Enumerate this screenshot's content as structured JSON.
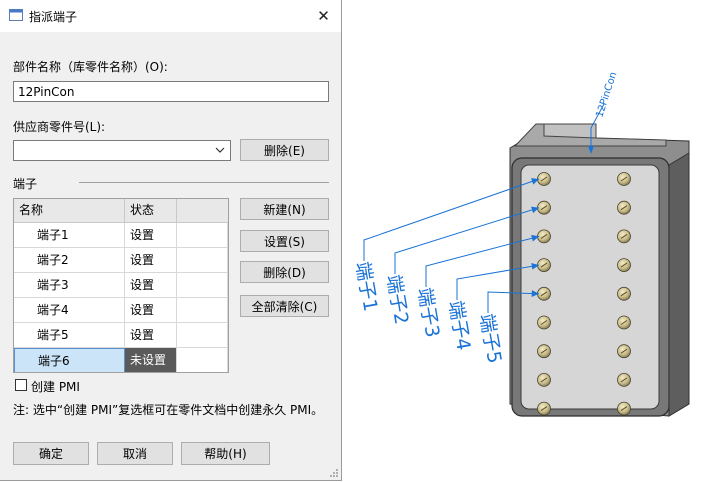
{
  "dialog": {
    "title": "指派端子",
    "close_glyph": "✕",
    "part_name_label": "部件名称（库零件名称）(O):",
    "part_name_value": "12PinCon",
    "supplier_part_label": "供应商零件号(L):",
    "supplier_part_value": "",
    "delete_label": "删除(E)",
    "terminal_section_label": "端子",
    "table": {
      "headers": [
        "名称",
        "状态"
      ],
      "rows": [
        {
          "name": "端子1",
          "state": "设置"
        },
        {
          "name": "端子2",
          "state": "设置"
        },
        {
          "name": "端子3",
          "state": "设置"
        },
        {
          "name": "端子4",
          "state": "设置"
        },
        {
          "name": "端子5",
          "state": "设置"
        },
        {
          "name": "端子6",
          "state": "未设置"
        }
      ],
      "selected_row": 5
    },
    "side_buttons": {
      "new": "新建(N)",
      "set": "设置(S)",
      "delete": "删除(D)",
      "clear_all": "全部清除(C)"
    },
    "create_pmi_label": "创建 PMI",
    "create_pmi_checked": false,
    "note": "注: 选中“创建 PMI”复选框可在零件文档中创建永久 PMI。",
    "ok_label": "确定",
    "cancel_label": "取消",
    "help_label": "帮助(H)"
  },
  "viewport": {
    "top_callout": "12PinCon",
    "callouts": [
      "端子1",
      "端子2",
      "端子3",
      "端子4",
      "端子5"
    ],
    "callout_color": "#1a73d6",
    "pin_rows": 9
  }
}
